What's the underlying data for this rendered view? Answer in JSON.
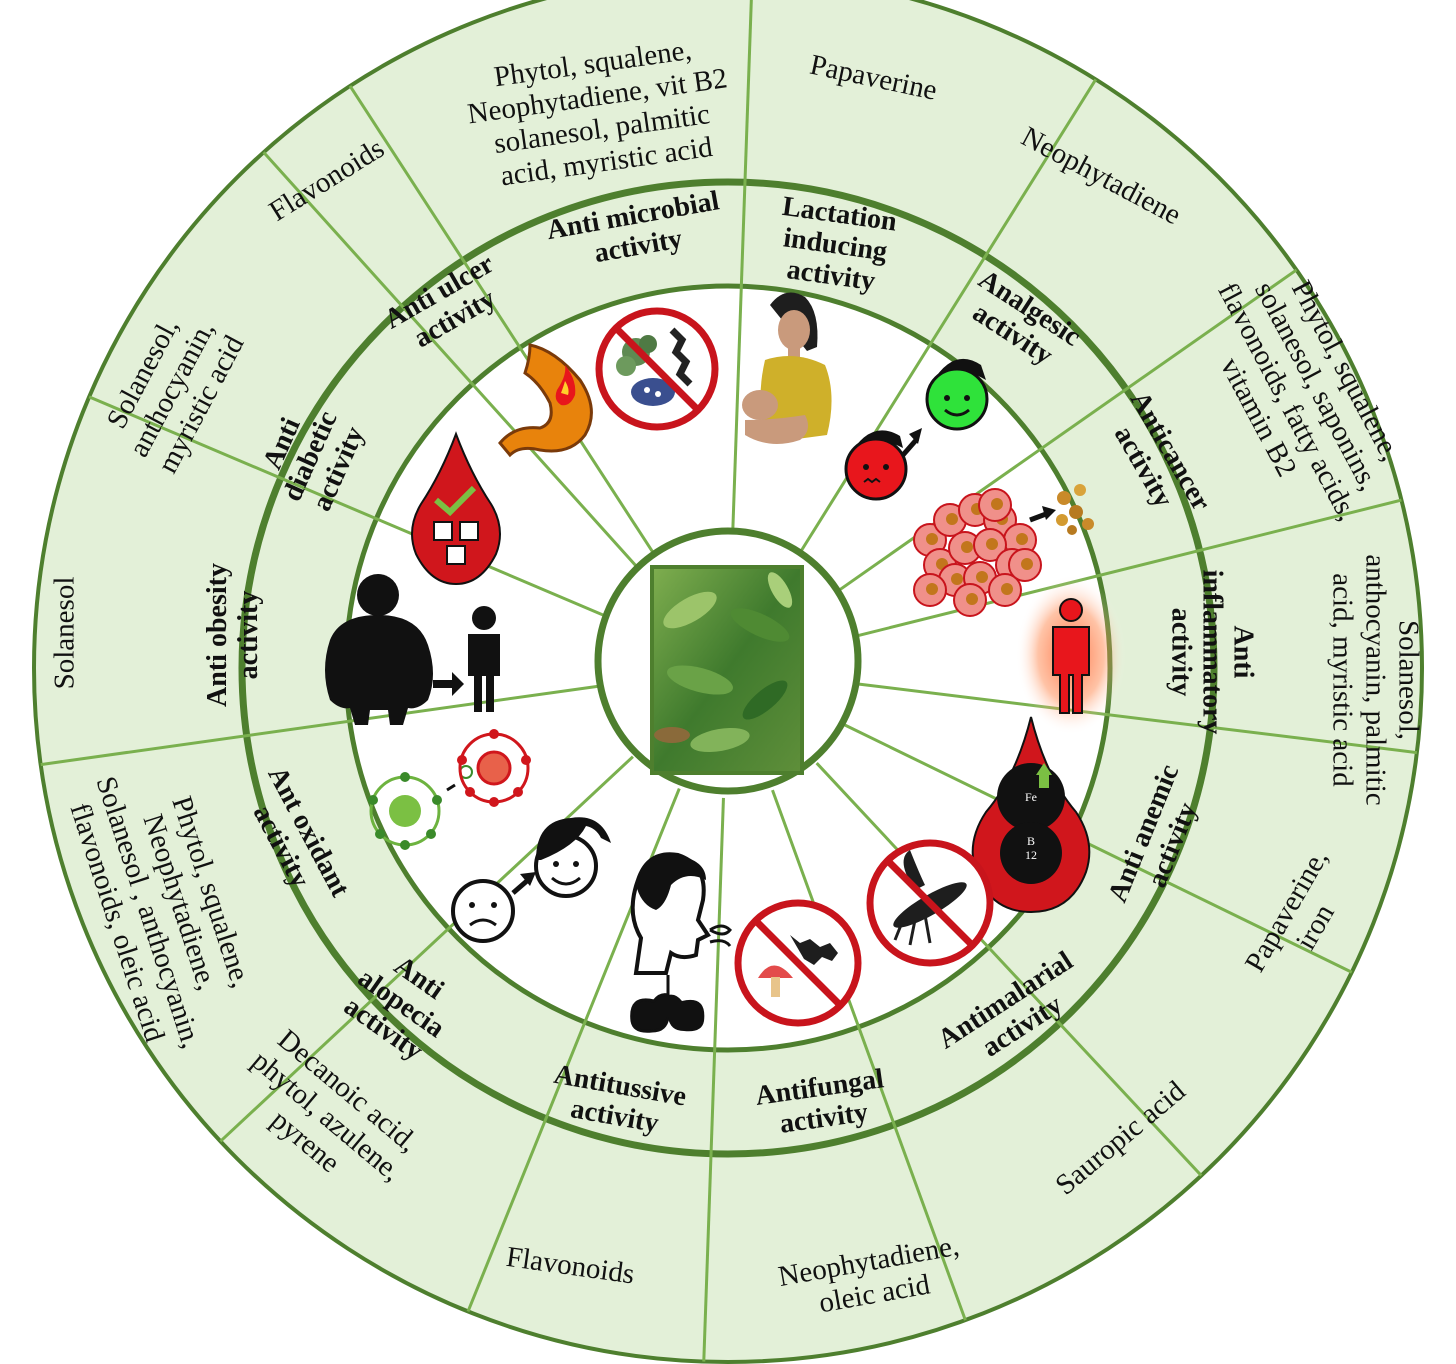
{
  "colors": {
    "ring_fill": "#e3f0d8",
    "line": "#7ab04e",
    "ring_border": "#4e7f2e",
    "inner_fill": "#ffffff",
    "blood_red": "#d0161c",
    "fire_orange": "#e8830c",
    "face_green": "#2fe23a",
    "face_red": "#e8161c",
    "prohibit_red": "#c8141c",
    "mushroom_red": "#e34b4b"
  },
  "center": {
    "image": "fern-plant-photo"
  },
  "sectors": [
    {
      "activity": "Anti microbial\nactivity",
      "compounds": "Phytol, squalene,\nNeophytadiene, vit B2\nsolanesol, palmitic\nacid, myristic acid",
      "icon": "no-bacteria-icon"
    },
    {
      "activity": "Lactation\ninducing\nactivity",
      "compounds": "Papaverine",
      "icon": "breastfeeding-icon"
    },
    {
      "activity": "Analgesic\nactivity",
      "compounds": "Neophytadiene",
      "icon": "pain-relief-faces-icon"
    },
    {
      "activity": "Anticancer\nactivity",
      "compounds": "Phytol, squalene,\nsolanesol, saponins,\nflavonoids, fatty acids,\nvitamin B2",
      "icon": "cancer-cells-icon"
    },
    {
      "activity": "Anti\ninflammatory\nactivity",
      "compounds": "Solanesol,\nanthocyanin, palmitic\nacid, myristic acid",
      "icon": "inflamed-body-icon"
    },
    {
      "activity": "Anti anemic\nactivity",
      "compounds": "Papaverine,\niron",
      "icon": "blood-drop-iron-icon",
      "icon_labels": {
        "iron": "Fe",
        "b12": "B\n12"
      }
    },
    {
      "activity": "Antimalarial\nactivity",
      "compounds": "Sauropic acid",
      "icon": "no-mosquito-icon"
    },
    {
      "activity": "Antifungal\nactivity",
      "compounds": "Neophytadiene,\noleic acid",
      "icon": "no-fungus-icon"
    },
    {
      "activity": "Antitussive\nactivity",
      "compounds": "Flavonoids",
      "icon": "cough-lungs-icon"
    },
    {
      "activity": "Anti\nalopecia\nactivity",
      "compounds": "Decanoic acid,\nphytol, azulene,\npyrene",
      "icon": "hair-growth-faces-icon"
    },
    {
      "activity": "Ant oxidant\nactivity",
      "compounds": "Phytol, squalene,\nNeophytadiene,\nSolanesol , anthocyanin,\nflavonoids, oleic acid",
      "icon": "free-radical-icon"
    },
    {
      "activity": "Anti obesity\nactivity",
      "compounds": "Solanesol",
      "icon": "weight-loss-icon"
    },
    {
      "activity": "Anti\ndiabetic\nactivity",
      "compounds": "Solanesol,\nanthocyanin,\nmyristic acid",
      "icon": "blood-sugar-icon"
    },
    {
      "activity": "Anti ulcer\nactivity",
      "compounds": "Flavonoids",
      "icon": "stomach-fire-icon"
    }
  ]
}
